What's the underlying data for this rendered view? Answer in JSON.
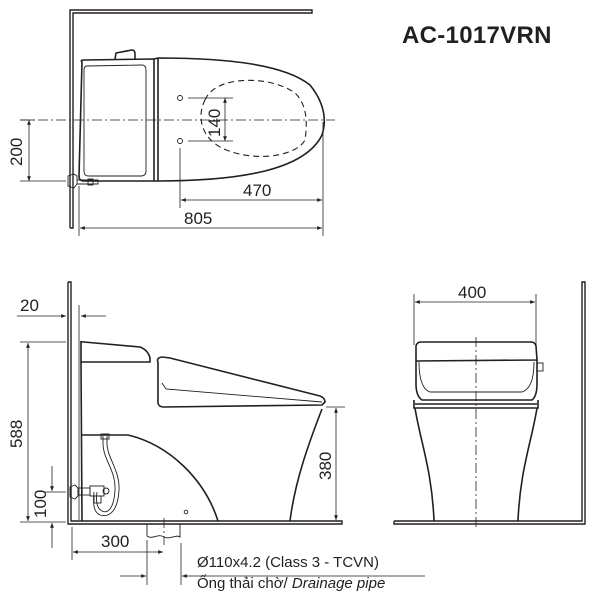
{
  "title": "AC-1017VRN",
  "colors": {
    "line": "#231f20",
    "background": "#ffffff"
  },
  "views": {
    "top": {
      "dimensions": {
        "pipe_offset": "200",
        "bolt_spacing": "140",
        "bolt_to_front": "470",
        "overall_length": "805"
      }
    },
    "side": {
      "dimensions": {
        "wall_gap": "20",
        "overall_height": "588",
        "seat_height": "380",
        "supply_height": "100",
        "drain_offset": "300"
      }
    },
    "front": {
      "dimensions": {
        "overall_width": "400"
      }
    }
  },
  "drain_note": {
    "spec": "Ø110x4.2 (Class 3 - TCVN)",
    "label_vi": "Ống thải chờ/ ",
    "label_en": "Drainage pipe"
  }
}
